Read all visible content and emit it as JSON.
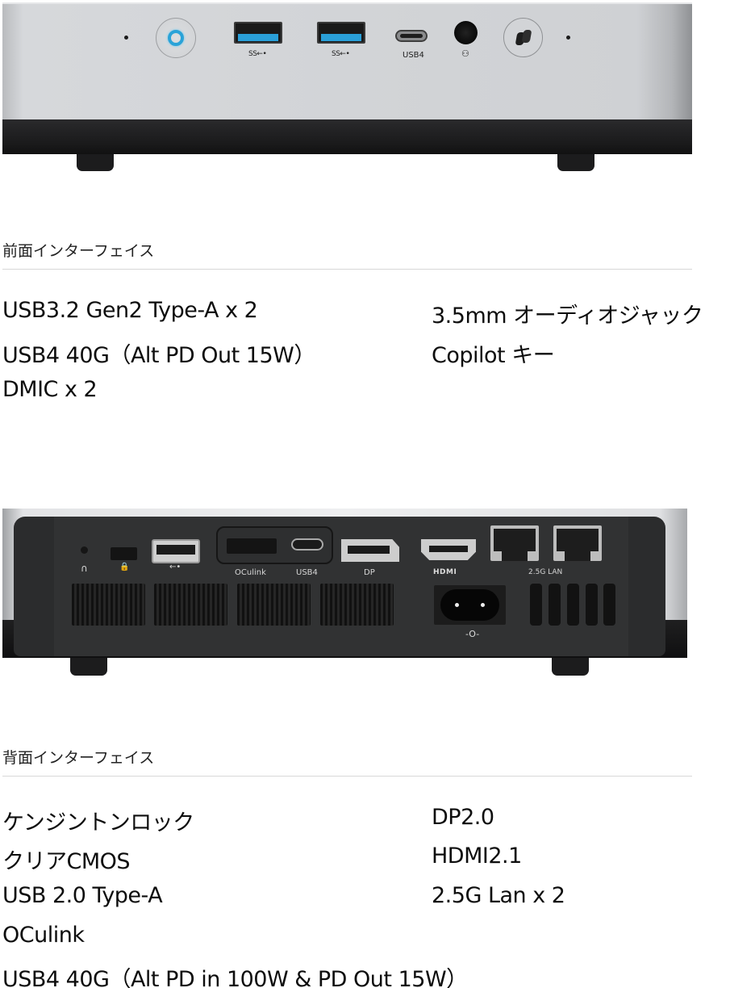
{
  "front_device": {
    "ports": [
      {
        "name": "power-button",
        "icon": "power-ring-icon",
        "color": "#2aa3d8"
      },
      {
        "name": "usb-a-1",
        "label": "SS⇜",
        "tongue_color": "#2a9fd8"
      },
      {
        "name": "usb-a-2",
        "label": "SS⇜",
        "tongue_color": "#2a9fd8"
      },
      {
        "name": "usb-c",
        "label": "USB4"
      },
      {
        "name": "audio-jack",
        "label": "🎙"
      },
      {
        "name": "copilot-key",
        "icon": "copilot-icon"
      }
    ],
    "ss_label_1": "SS←•",
    "ss_label_2": "SS←•",
    "usb4_label": "USB4",
    "mic_symbol": "⚇"
  },
  "front_section": {
    "title": "前面インターフェイス",
    "left": [
      "USB3.2 Gen2 Type-A x 2",
      "USB4 40G（Alt PD Out 15W）",
      "DMIC  x 2"
    ],
    "right": [
      "3.5mm オーディオジャック",
      "Copilot キー"
    ]
  },
  "back_device": {
    "labels": {
      "headphone": "∩",
      "lock": "🔒",
      "usb": "←•",
      "oculink": "OCulink",
      "usb4": "USB4",
      "dp": "DP",
      "hdmi": "HDMI",
      "lan": "2.5G LAN",
      "power": "-O-"
    }
  },
  "back_section": {
    "title": "背面インターフェイス",
    "left": [
      "ケンジントンロック",
      "クリアCMOS",
      "USB 2.0 Type-A",
      "OCulink",
      "USB4 40G（Alt PD in 100W & PD Out 15W）"
    ],
    "right": [
      "DP2.0",
      "HDMI2.1",
      "2.5G Lan  x 2"
    ]
  },
  "colors": {
    "accent_blue": "#2aa3d8",
    "silver": "#d2d4d7",
    "dark_base": "#1a1a1b",
    "text": "#0d0d0d"
  }
}
